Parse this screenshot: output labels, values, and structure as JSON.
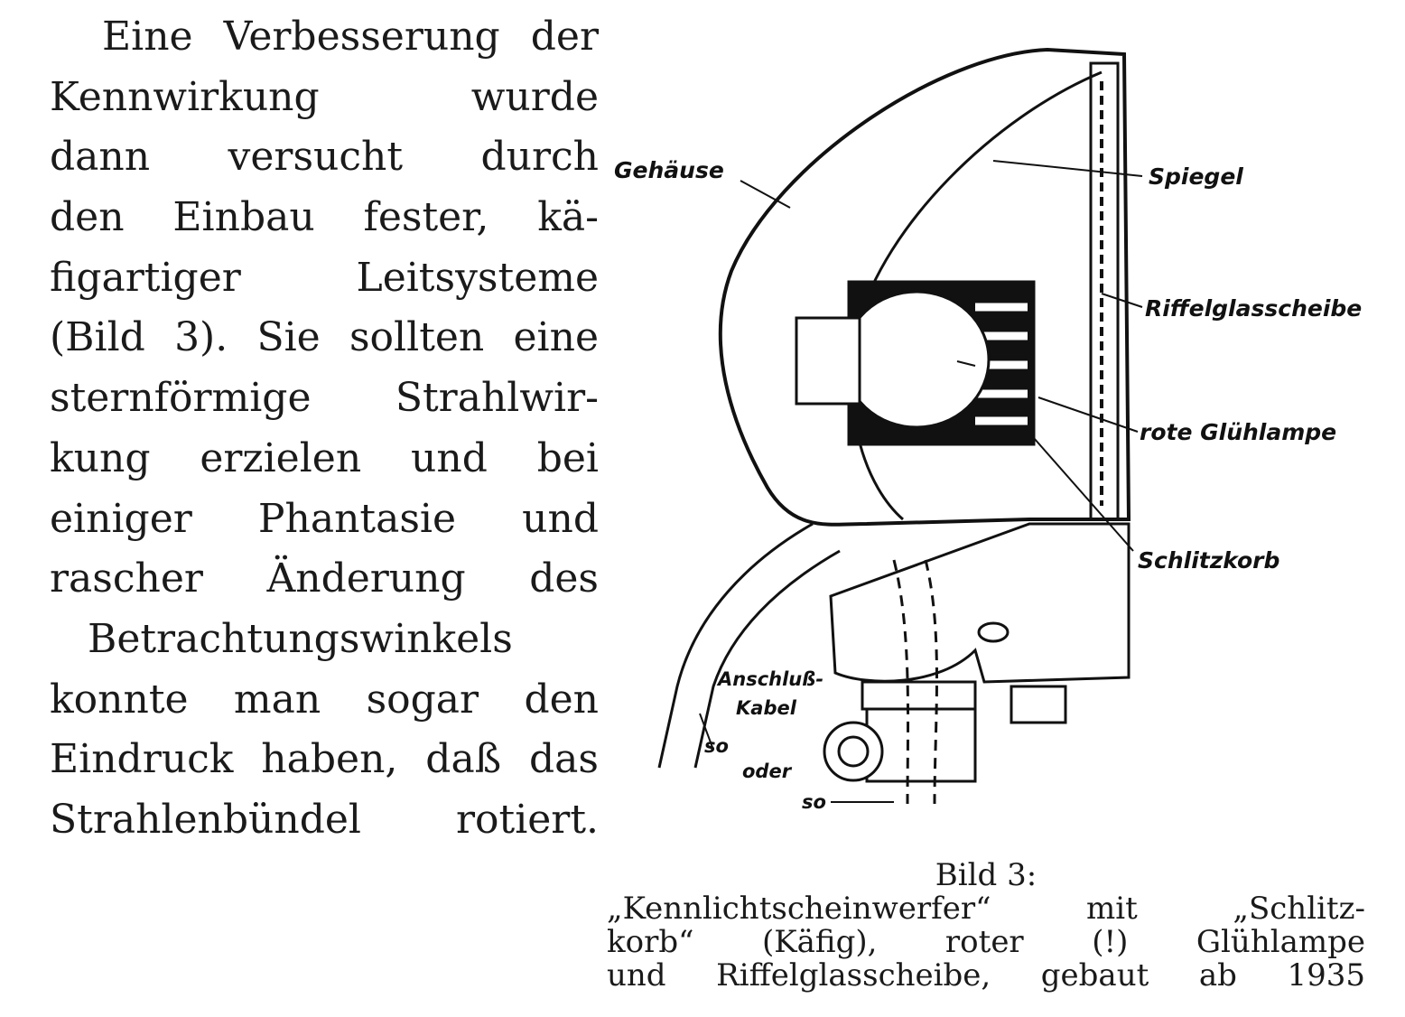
{
  "body_text": {
    "lines": [
      "Eine Verbesserung der",
      "Kennwirkung wurde",
      "dann versucht durch",
      "den Einbau fester, kä-",
      "figartiger Leitsysteme",
      "(Bild 3). Sie sollten eine",
      "sternförmige Strahlwir-",
      "kung erzielen und bei",
      "einiger Phantasie und",
      "rascher Änderung des",
      "Betrachtungswinkels",
      "konnte man sogar den",
      "Eindruck haben, daß das",
      "Strahlenbündel rotiert."
    ]
  },
  "figure": {
    "labels": {
      "gehaeuse": "Gehäuse",
      "spiegel": "Spiegel",
      "riffelglasscheibe": "Riffelglasscheibe",
      "gluehlampe": "rote Glühlampe",
      "schlitzkorb": "Schlitzkorb",
      "kabel_1": "Anschluß-",
      "kabel_2": "Kabel",
      "so_1": "so",
      "oder": "oder",
      "so_2": "so"
    },
    "caption": {
      "title": "Bild 3:",
      "lines": [
        "„Kennlichtscheinwerfer“ mit „Schlitz-",
        "korb“ (Käfig), roter (!) Glühlampe",
        "und Riffelglasscheibe, gebaut ab 1935"
      ]
    }
  }
}
